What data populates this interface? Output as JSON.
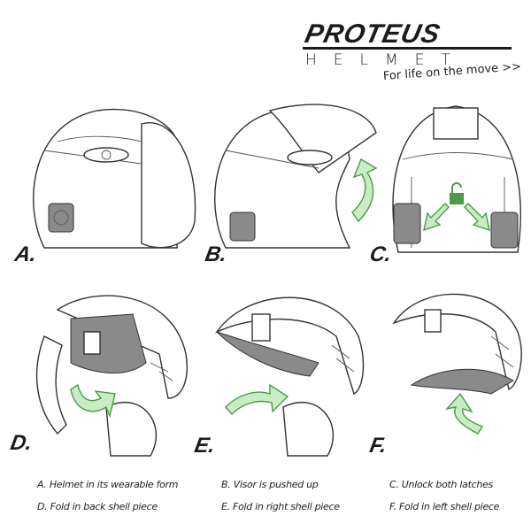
{
  "logo": {
    "brand": "PROTEUS",
    "subtitle": "HELMET",
    "tagline": "For life on the move >>"
  },
  "colors": {
    "arrow_fill": "#c9ecc4",
    "arrow_stroke": "#4a9a4a",
    "ink": "#1a1a1a"
  },
  "steps": [
    {
      "label": "A.",
      "caption": "A. Helmet in its wearable form"
    },
    {
      "label": "B.",
      "caption": "B. Visor is pushed up"
    },
    {
      "label": "C.",
      "caption": "C. Unlock both latches"
    },
    {
      "label": "D.",
      "caption": "D. Fold in back shell piece"
    },
    {
      "label": "E.",
      "caption": "E. Fold in right shell piece"
    },
    {
      "label": "F.",
      "caption": "F. Fold in left shell piece"
    }
  ]
}
